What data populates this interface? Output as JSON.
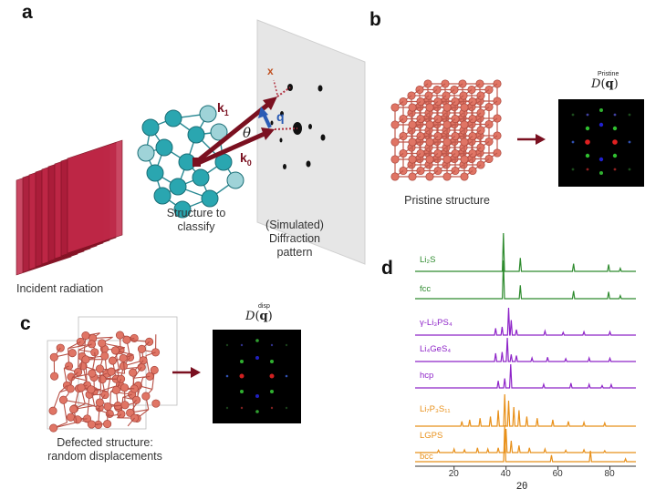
{
  "panels": {
    "a": "a",
    "b": "b",
    "c": "c",
    "d": "d"
  },
  "panel_a": {
    "incident": "Incident radiation",
    "structure_line1": "Structure to",
    "structure_line2": "classify",
    "diff_line1": "(Simulated)",
    "diff_line2": "Diffraction",
    "diff_line3": "pattern",
    "k1": "k",
    "k1_sub": "1",
    "k0": "k",
    "k0_sub": "0",
    "q": "q",
    "theta": "θ",
    "x": "x"
  },
  "panel_b": {
    "caption": "Pristine structure",
    "d_sup": "Pristine",
    "d_label_D": "D",
    "d_label_q": "q"
  },
  "panel_c": {
    "caption_line1": "Defected structure:",
    "caption_line2": "random displacements",
    "d_sup": "disp",
    "d_label_D": "D",
    "d_label_q": "q"
  },
  "colors": {
    "green": "#2e8b2e",
    "purple": "#8e24c8",
    "orange": "#e8901a",
    "arrow": "#7a1020",
    "q_arrow": "#2a5bb5",
    "atom": "#d9685a",
    "teal": "#2aa6b0"
  },
  "chart_data": {
    "type": "line",
    "xlabel": "2θ",
    "xlim": [
      5,
      90
    ],
    "x_ticks": [
      20,
      40,
      60,
      80
    ],
    "series": [
      {
        "name": "Li₂S",
        "color": "#2e8b2e",
        "peaks": [
          [
            39,
            1.0
          ],
          [
            45.5,
            0.35
          ],
          [
            66,
            0.2
          ],
          [
            79.5,
            0.18
          ],
          [
            84,
            0.08
          ]
        ]
      },
      {
        "name": "fcc",
        "color": "#2e8b2e",
        "peaks": [
          [
            39,
            1.0
          ],
          [
            45.5,
            0.35
          ],
          [
            66,
            0.2
          ],
          [
            79.5,
            0.18
          ],
          [
            84,
            0.08
          ]
        ]
      },
      {
        "name": "γ-Li₃PS₄",
        "color": "#8e24c8",
        "peaks": [
          [
            36,
            0.25
          ],
          [
            38.5,
            0.3
          ],
          [
            41,
            1.0
          ],
          [
            42,
            0.55
          ],
          [
            44,
            0.2
          ],
          [
            55,
            0.15
          ],
          [
            62,
            0.1
          ],
          [
            70,
            0.12
          ],
          [
            80,
            0.12
          ]
        ]
      },
      {
        "name": "Li₄GeS₄",
        "color": "#8e24c8",
        "peaks": [
          [
            36,
            0.35
          ],
          [
            38.5,
            0.4
          ],
          [
            40.5,
            1.0
          ],
          [
            42,
            0.3
          ],
          [
            44,
            0.25
          ],
          [
            50,
            0.15
          ],
          [
            56,
            0.18
          ],
          [
            63,
            0.12
          ],
          [
            72,
            0.15
          ],
          [
            80,
            0.14
          ]
        ]
      },
      {
        "name": "hcp",
        "color": "#8e24c8",
        "peaks": [
          [
            37,
            0.3
          ],
          [
            39.5,
            0.4
          ],
          [
            41.8,
            1.0
          ],
          [
            54.5,
            0.15
          ],
          [
            65,
            0.2
          ],
          [
            72,
            0.15
          ],
          [
            77,
            0.1
          ],
          [
            80.5,
            0.14
          ]
        ]
      },
      {
        "name": "Li₇P₃S₁₁",
        "color": "#e8901a",
        "peaks": [
          [
            23,
            0.15
          ],
          [
            26,
            0.2
          ],
          [
            30,
            0.25
          ],
          [
            34,
            0.3
          ],
          [
            37,
            0.5
          ],
          [
            39.5,
            1.0
          ],
          [
            41,
            0.8
          ],
          [
            43,
            0.6
          ],
          [
            45,
            0.5
          ],
          [
            48,
            0.3
          ],
          [
            52,
            0.25
          ],
          [
            58,
            0.2
          ],
          [
            64,
            0.15
          ],
          [
            70,
            0.12
          ],
          [
            78,
            0.1
          ]
        ]
      },
      {
        "name": "LGPS",
        "color": "#e8901a",
        "peaks": [
          [
            14,
            0.1
          ],
          [
            20,
            0.15
          ],
          [
            24,
            0.12
          ],
          [
            29,
            0.2
          ],
          [
            33,
            0.15
          ],
          [
            37,
            0.2
          ],
          [
            40,
            1.0
          ],
          [
            42,
            0.5
          ],
          [
            45,
            0.3
          ],
          [
            49,
            0.2
          ],
          [
            55,
            0.15
          ],
          [
            63,
            0.1
          ],
          [
            70,
            0.12
          ],
          [
            78,
            0.08
          ]
        ]
      },
      {
        "name": "bcc",
        "color": "#e8901a",
        "peaks": [
          [
            39.5,
            1.0
          ],
          [
            57.5,
            0.18
          ],
          [
            72.5,
            0.3
          ],
          [
            86,
            0.08
          ]
        ]
      }
    ]
  }
}
